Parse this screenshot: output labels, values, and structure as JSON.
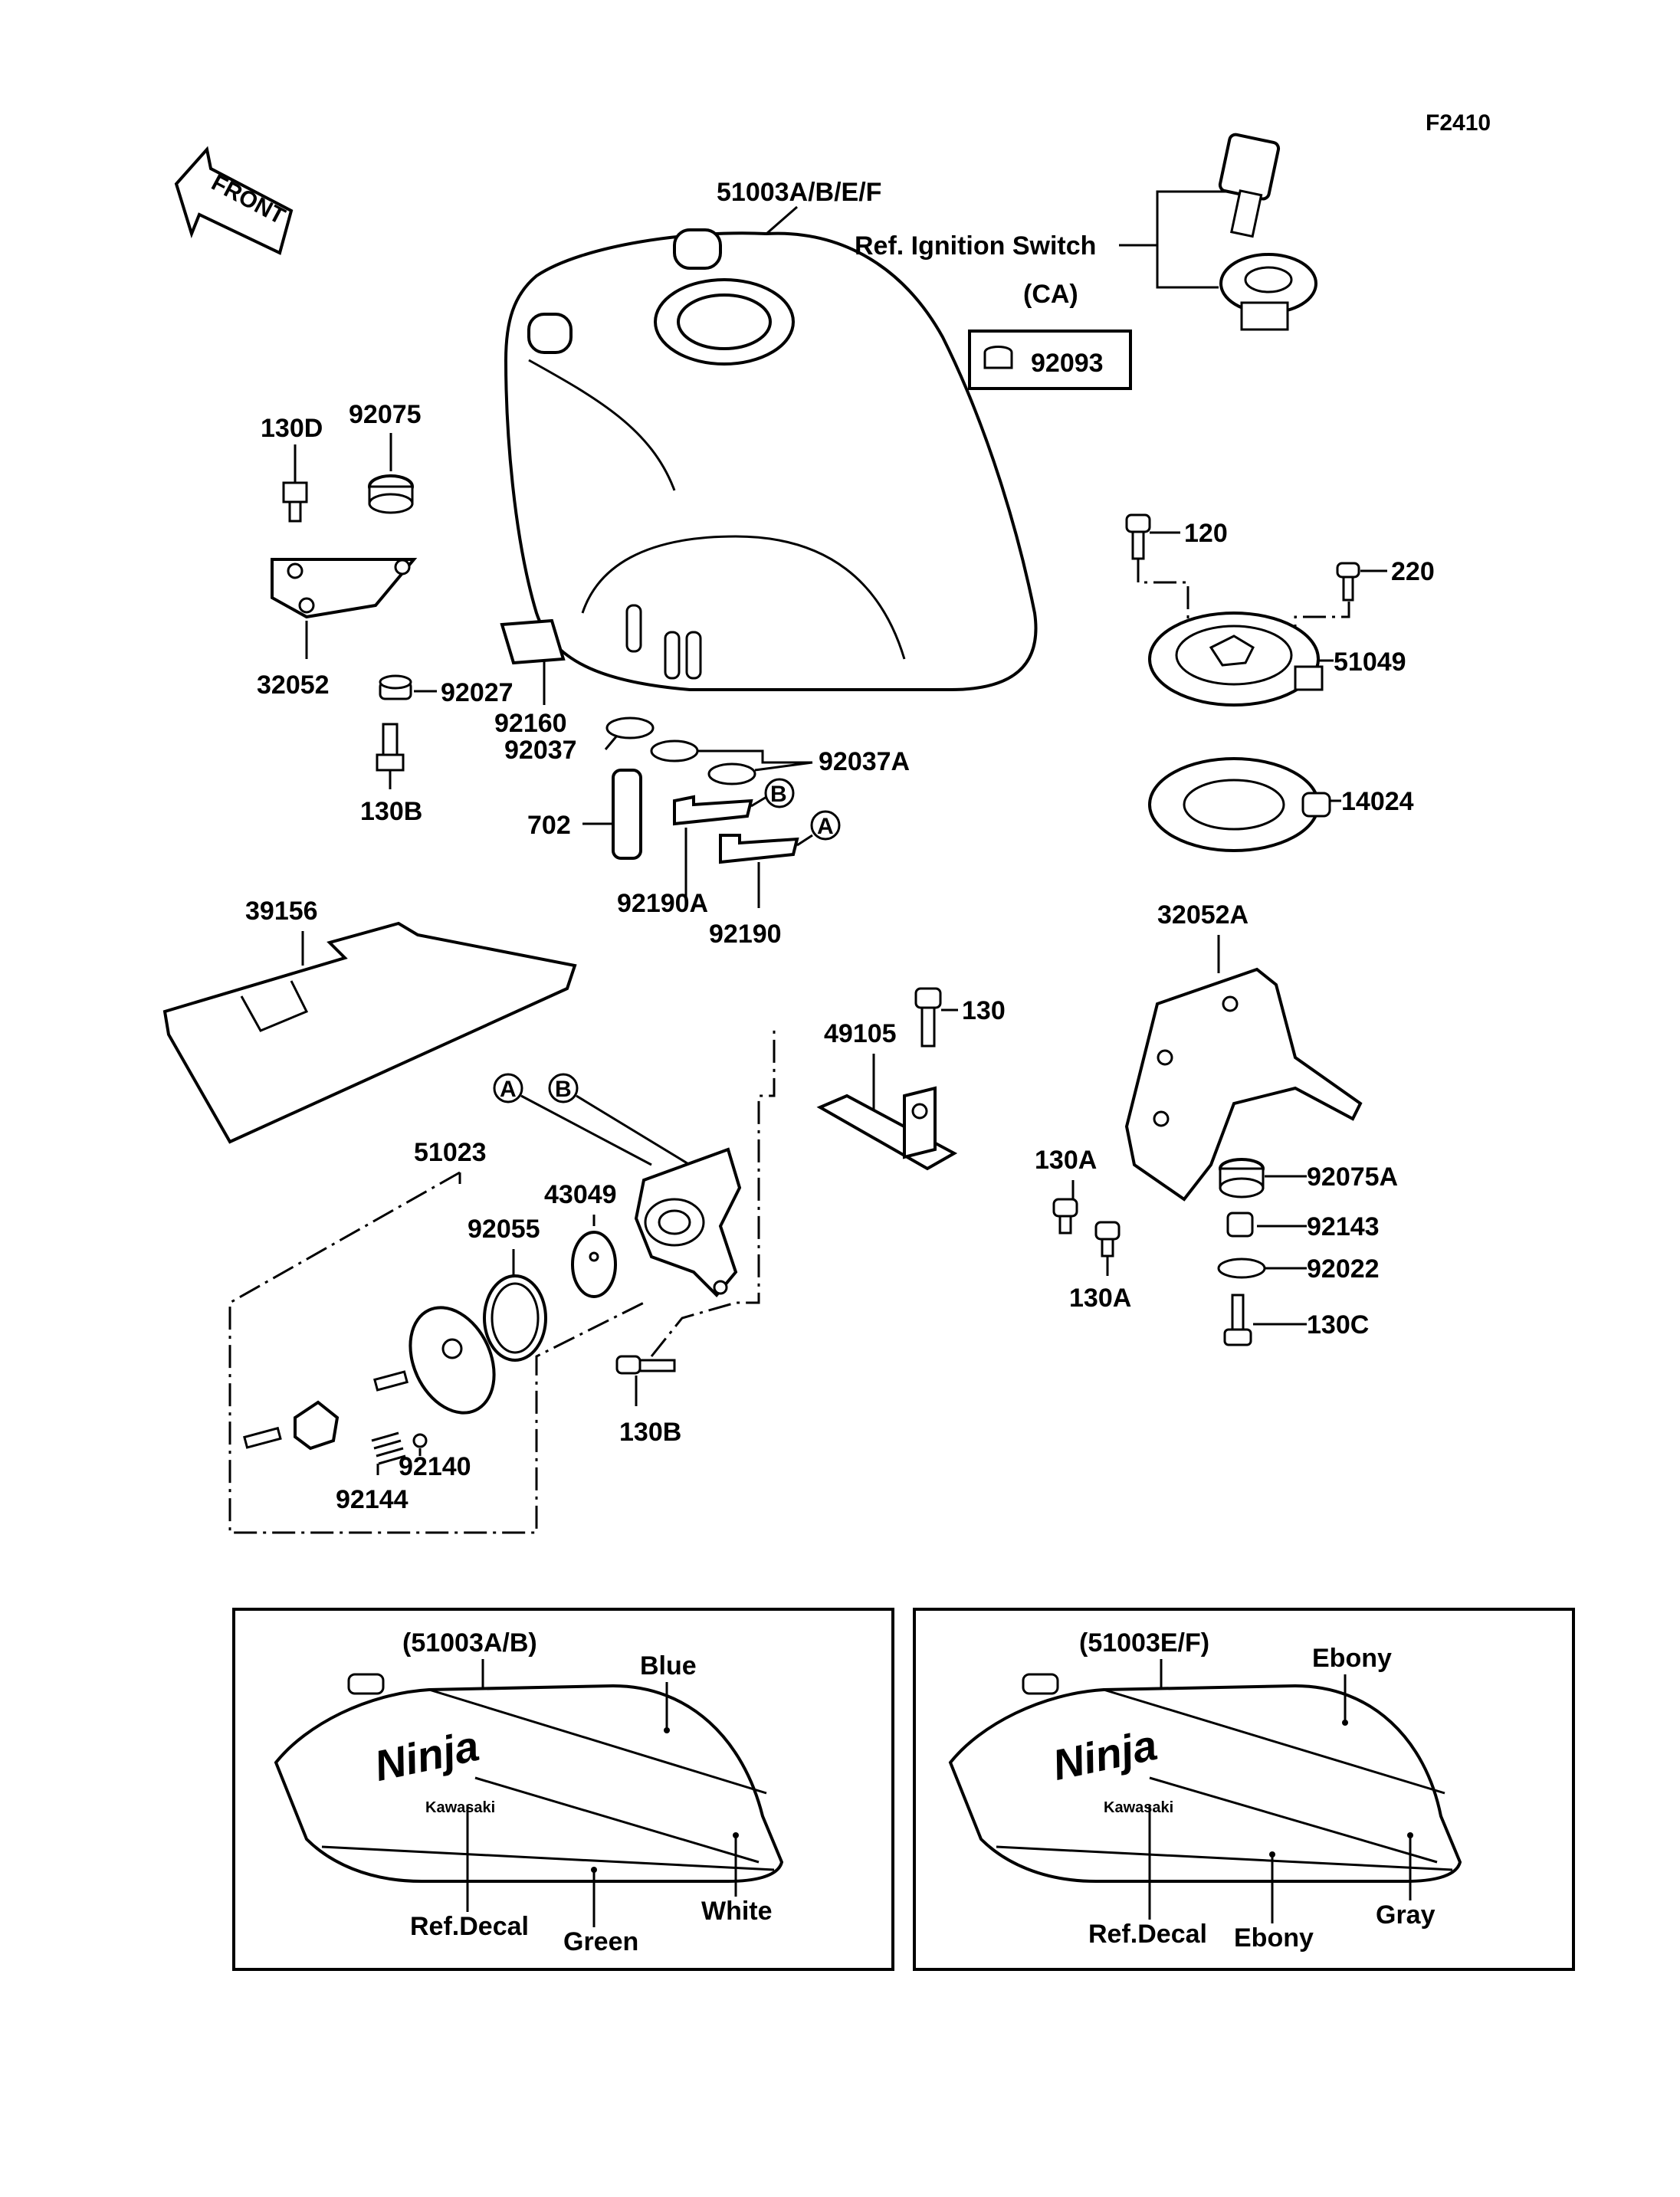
{
  "figure_code": "F2410",
  "front_arrow": "FRONT",
  "labels": {
    "tank": "51003A/B/E/F",
    "ignition_ref": "Ref. Ignition Switch",
    "ca": "(CA)",
    "p92093": "92093",
    "p130D": "130D",
    "p92075": "92075",
    "p32052": "32052",
    "p92027": "92027",
    "p130B_top": "130B",
    "p92160": "92160",
    "p92037": "92037",
    "p92037A": "92037A",
    "p702": "702",
    "p92190A": "92190A",
    "p92190": "92190",
    "p120": "120",
    "p220": "220",
    "p51049": "51049",
    "p14024": "14024",
    "p39156": "39156",
    "p32052A": "32052A",
    "p130": "130",
    "p49105": "49105",
    "p51023": "51023",
    "p43049": "43049",
    "p92055": "92055",
    "p130A_1": "130A",
    "p130A_2": "130A",
    "p92075A": "92075A",
    "p92143": "92143",
    "p92022": "92022",
    "p130C": "130C",
    "p130B_bottom": "130B",
    "p92140": "92140",
    "p92144": "92144",
    "circle_a": "A",
    "circle_b": "B"
  },
  "variant_left": {
    "title": "(51003A/B)",
    "colors": [
      "Blue",
      "White",
      "Green"
    ],
    "decal": "Ref.Decal"
  },
  "variant_right": {
    "title": "(51003E/F)",
    "colors": [
      "Ebony",
      "Gray",
      "Ebony"
    ],
    "decal": "Ref.Decal"
  }
}
